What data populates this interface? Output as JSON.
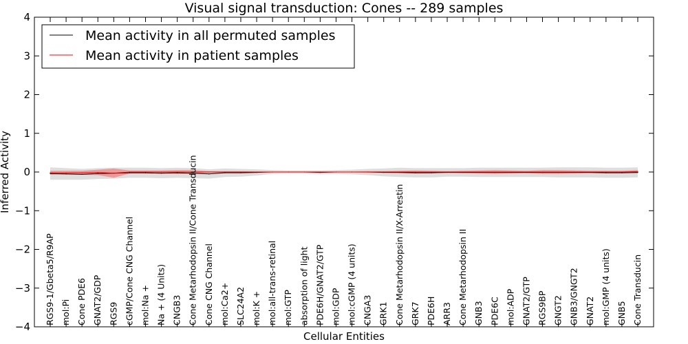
{
  "chart_data": {
    "type": "line",
    "title": "Visual signal transduction: Cones -- 289 samples",
    "xlabel": "Cellular Entities",
    "ylabel": "Inferred Activity",
    "ylim": [
      -4,
      4
    ],
    "yticks": [
      4,
      3,
      2,
      1,
      0,
      -1,
      -2,
      -3,
      -4
    ],
    "ytick_labels": [
      "4",
      "3",
      "2",
      "1",
      "0",
      "−1",
      "−2",
      "−3",
      "−4"
    ],
    "grid": false,
    "legend_position": "top-left",
    "categories": [
      "RGS9-1/Gbeta5/R9AP",
      "mol:Pi",
      "Cone PDE6",
      "GNAT2/GDP",
      "RGS9",
      "cGMP/Cone CNG Channel",
      "mol:Na +",
      "Na + (4 Units)",
      "CNGB3",
      "Cone Metarhodopsin II/Cone Transducin",
      "Cone CNG Channel",
      "mol:Ca2+",
      "SLC24A2",
      "mol:K +",
      "mol:all-trans-retinal",
      "mol:GTP",
      "absorption of light",
      "PDE6H/GNAT2/GTP",
      "mol:GDP",
      "mol:cGMP (4 units)",
      "CNGA3",
      "GRK1",
      "Cone Metarhodopsin II/X-Arrestin",
      "GRK7",
      "PDE6H",
      "ARR3",
      "Cone Metarhodopsin II",
      "GNB3",
      "PDE6C",
      "mol:ADP",
      "GNAT2/GTP",
      "RGS9BP",
      "GNGT2",
      "GNB3/GNGT2",
      "GNAT2",
      "mol:GMP (4 units)",
      "GNB5",
      "Cone Transducin"
    ],
    "series": [
      {
        "name": "Mean activity in all permuted samples",
        "color": "#000000",
        "band_color": "#c8c8c8",
        "values": [
          -0.04,
          -0.05,
          -0.06,
          -0.04,
          -0.03,
          -0.02,
          -0.02,
          -0.03,
          -0.02,
          -0.03,
          -0.05,
          -0.02,
          -0.02,
          -0.01,
          0.0,
          0.0,
          0.0,
          -0.01,
          0.0,
          0.0,
          0.0,
          -0.01,
          -0.01,
          -0.02,
          -0.02,
          -0.01,
          -0.01,
          -0.01,
          -0.01,
          -0.01,
          -0.01,
          -0.01,
          -0.01,
          -0.01,
          -0.01,
          -0.02,
          -0.02,
          -0.01
        ],
        "spread": [
          0.16,
          0.15,
          0.14,
          0.14,
          0.14,
          0.13,
          0.13,
          0.13,
          0.13,
          0.13,
          0.12,
          0.11,
          0.1,
          0.08,
          0.05,
          0.04,
          0.04,
          0.05,
          0.05,
          0.06,
          0.08,
          0.1,
          0.12,
          0.12,
          0.12,
          0.11,
          0.11,
          0.12,
          0.12,
          0.12,
          0.12,
          0.12,
          0.13,
          0.13,
          0.13,
          0.13,
          0.13,
          0.13
        ]
      },
      {
        "name": "Mean activity in patient samples",
        "color": "#ff0000",
        "band_color": "#f08080",
        "values": [
          -0.02,
          -0.02,
          -0.02,
          -0.01,
          -0.03,
          0.0,
          0.0,
          0.0,
          0.0,
          0.0,
          0.0,
          0.0,
          0.0,
          0.0,
          0.0,
          0.0,
          0.0,
          0.0,
          0.0,
          0.0,
          0.0,
          0.0,
          0.0,
          0.0,
          0.0,
          0.0,
          0.0,
          0.0,
          0.0,
          0.0,
          0.0,
          0.0,
          0.0,
          0.0,
          0.0,
          0.0,
          0.0,
          0.01
        ],
        "spread": [
          0.05,
          0.05,
          0.05,
          0.07,
          0.12,
          0.04,
          0.04,
          0.04,
          0.05,
          0.05,
          0.02,
          0.02,
          0.02,
          0.01,
          0.01,
          0.01,
          0.01,
          0.01,
          0.01,
          0.01,
          0.02,
          0.02,
          0.03,
          0.04,
          0.03,
          0.02,
          0.03,
          0.04,
          0.05,
          0.04,
          0.03,
          0.05,
          0.05,
          0.04,
          0.03,
          0.03,
          0.03,
          0.04
        ]
      }
    ]
  }
}
